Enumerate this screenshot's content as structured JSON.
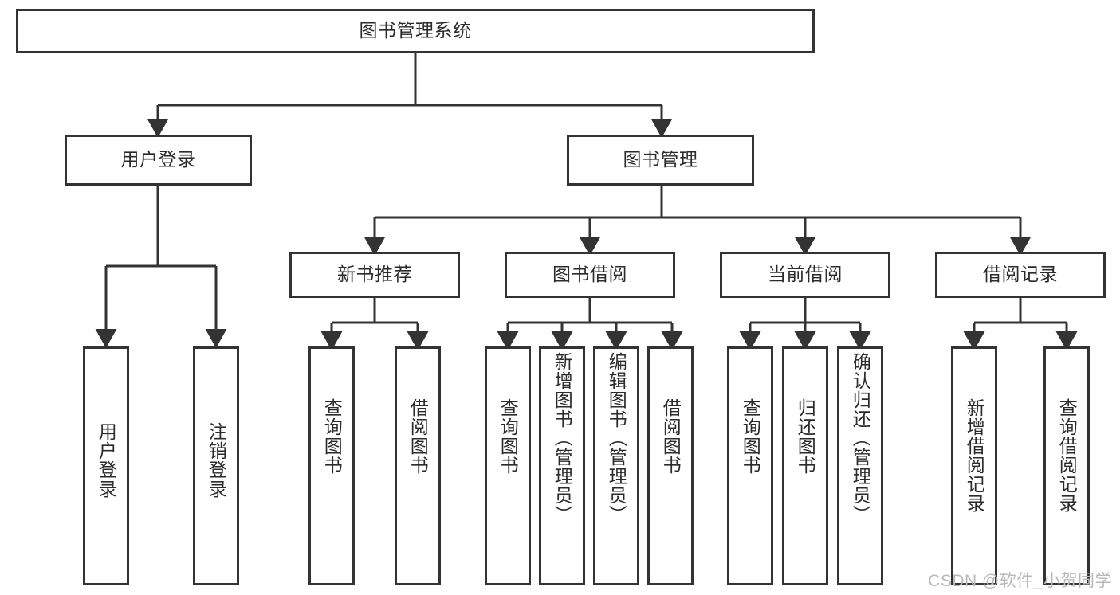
{
  "diagram": {
    "title": "图书管理系统",
    "type": "tree-hierarchy-diagram",
    "colors": {
      "box_border": "#333333",
      "box_fill": "#ffffff",
      "edge": "#333333",
      "text": "#2b2b2b",
      "watermark": "#b9b9b9",
      "background": "#ffffff"
    },
    "root": {
      "label": "图书管理系统"
    },
    "level2": [
      {
        "label": "用户登录"
      },
      {
        "label": "图书管理"
      }
    ],
    "level3": [
      {
        "label": "新书推荐"
      },
      {
        "label": "图书借阅"
      },
      {
        "label": "当前借阅"
      },
      {
        "label": "借阅记录"
      }
    ],
    "leaves": {
      "user_login": [
        {
          "label": "用户登录"
        },
        {
          "label": "注销登录"
        }
      ],
      "new_book_recommend": [
        {
          "label": "查询图书"
        },
        {
          "label": "借阅图书"
        }
      ],
      "book_borrow": [
        {
          "label": "查询图书"
        },
        {
          "label": "新增图书（管理员）"
        },
        {
          "label": "编辑图书（管理员）"
        },
        {
          "label": "借阅图书"
        }
      ],
      "current_borrow": [
        {
          "label": "查询图书"
        },
        {
          "label": "归还图书"
        },
        {
          "label": "确认归还（管理员）"
        }
      ],
      "borrow_record": [
        {
          "label": "新增借阅记录"
        },
        {
          "label": "查询借阅记录"
        }
      ]
    }
  },
  "watermark": {
    "text": "CSDN @软件_小贺同学"
  }
}
